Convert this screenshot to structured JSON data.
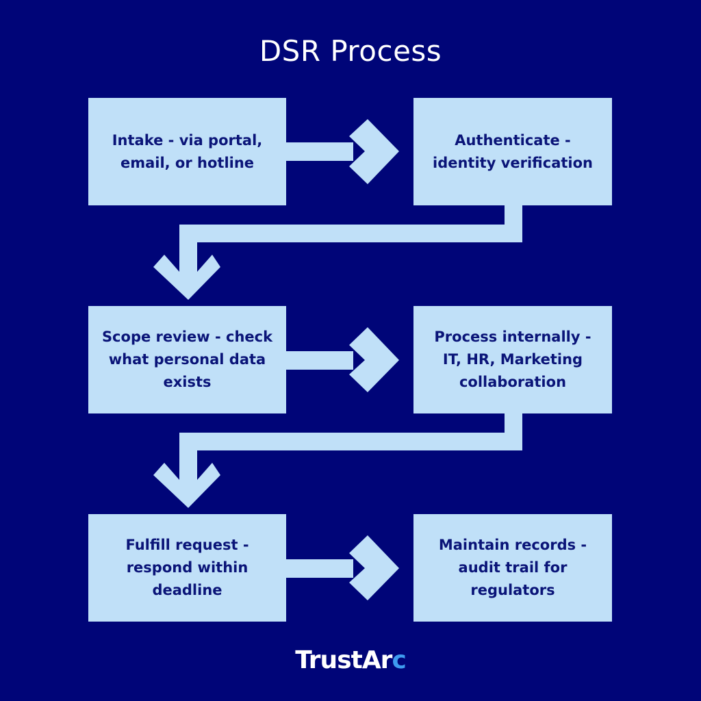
{
  "title": "DSR Process",
  "colors": {
    "background": "#000578",
    "box_fill": "#c0e0f8",
    "box_text": "#0a1478",
    "logo_accent": "#3e9cf0"
  },
  "steps": [
    {
      "label": "Intake - via portal,\nemail, or hotline"
    },
    {
      "label": "Authenticate -\nidentity verification"
    },
    {
      "label": "Scope review - check\nwhat personal data\nexists"
    },
    {
      "label": "Process internally -\nIT, HR, Marketing\ncollaboration"
    },
    {
      "label": "Fulfill request -\nrespond within\ndeadline"
    },
    {
      "label": "Maintain records -\naudit trail for\nregulators"
    }
  ],
  "flow": [
    {
      "from": 1,
      "to": 2,
      "direction": "right"
    },
    {
      "from": 2,
      "to": 3,
      "direction": "elbow-down-left"
    },
    {
      "from": 3,
      "to": 4,
      "direction": "right"
    },
    {
      "from": 4,
      "to": 5,
      "direction": "elbow-down-left"
    },
    {
      "from": 5,
      "to": 6,
      "direction": "right"
    }
  ],
  "logo": {
    "main": "TrustAr",
    "accent": "c"
  }
}
